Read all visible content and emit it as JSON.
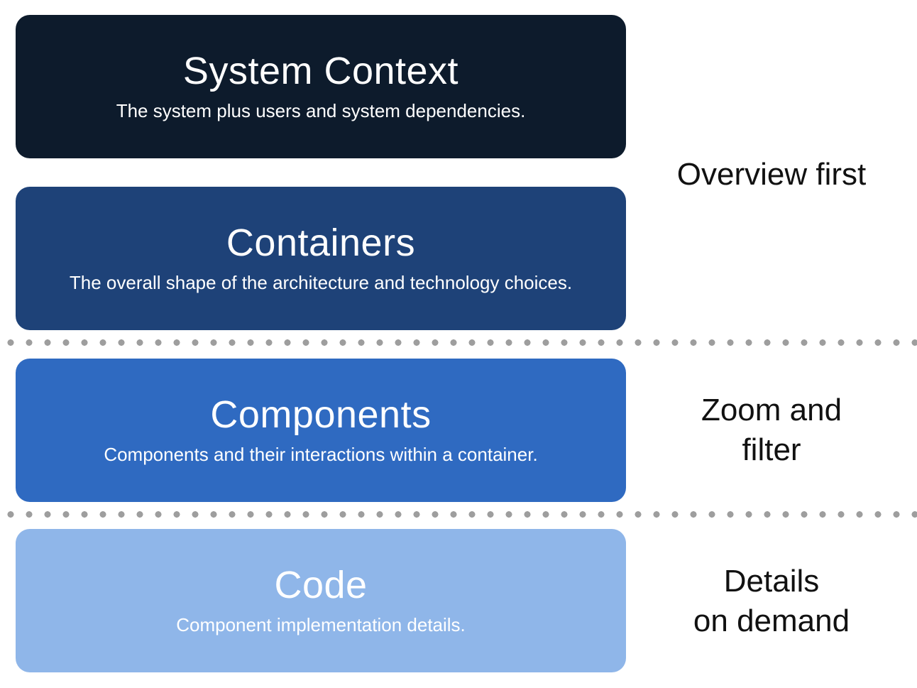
{
  "diagram": {
    "title_implied": "C4 model abstraction levels",
    "levels": [
      {
        "title": "System Context",
        "description": "The system plus users and system dependencies.",
        "color": "#0d1b2c",
        "text_color": "#ffffff"
      },
      {
        "title": "Containers",
        "description": "The overall shape of the architecture and technology choices.",
        "color": "#1e4278",
        "text_color": "#ffffff"
      },
      {
        "title": "Components",
        "description": "Components and their interactions within a container.",
        "color": "#2f6ac1",
        "text_color": "#ffffff"
      },
      {
        "title": "Code",
        "description": "Component implementation details.",
        "color": "#8fb6e9",
        "text_color": "#ffffff"
      }
    ],
    "annotations": [
      {
        "lines": {
          "0": "Overview first"
        }
      },
      {
        "lines": {
          "0": "Zoom and",
          "1": "filter"
        }
      },
      {
        "lines": {
          "0": "Details",
          "1": "on demand"
        }
      }
    ],
    "separator_dot_color": "#9e9e9e",
    "annotation_text_color": "#111111",
    "background_color": "#ffffff"
  }
}
